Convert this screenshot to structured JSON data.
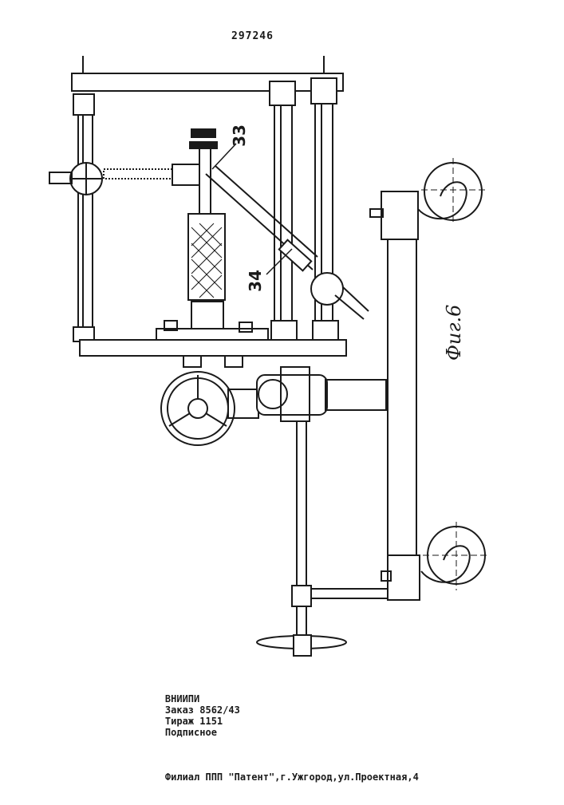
{
  "page_number": "297246",
  "callouts": {
    "c33": "33",
    "c34": "34"
  },
  "figure_label": "Фиг.6",
  "footer": {
    "org": "ВНИИПИ",
    "order": "Заказ 8562/43",
    "print_run": "Тираж 1151",
    "subscription": "Подписное",
    "branch": "Филиал ППП \"Патент\",г.Ужгород,ул.Проектная,4"
  }
}
